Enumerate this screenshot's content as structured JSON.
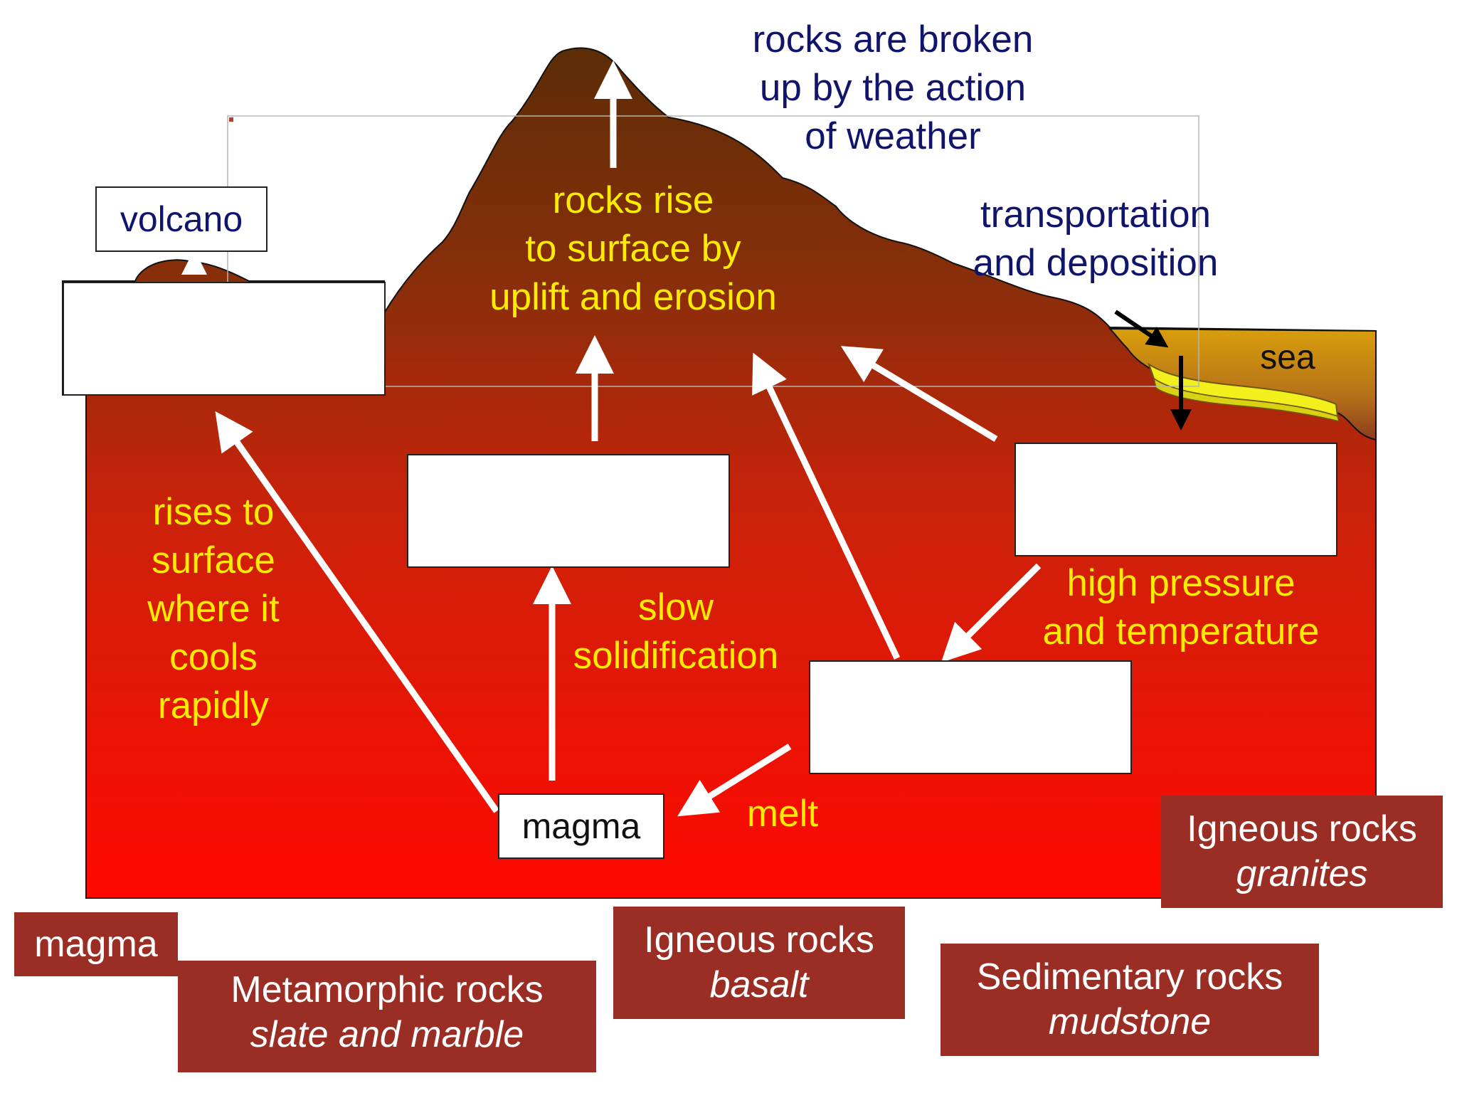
{
  "colors": {
    "land_top": "#5e2e08",
    "land_bottom": "#ff0a00",
    "sea": "#d69a0e",
    "sediment": "#f2ef1c",
    "card": "#9b2e24",
    "navy_text": "#11146b",
    "yellow_text": "#ffec00"
  },
  "diagram": {
    "labels": {
      "weathering": [
        "rocks are broken",
        "up by the action",
        "of weather"
      ],
      "transport": [
        "transportation",
        "and deposition"
      ],
      "uplift": [
        "rocks rise",
        "to surface by",
        "uplift and erosion"
      ],
      "rises": [
        "rises to",
        "surface",
        "where it",
        "cools",
        "rapidly"
      ],
      "slow": [
        "slow",
        "solidification"
      ],
      "pressure": [
        "high pressure",
        "and temperature"
      ],
      "melt": "melt",
      "sea": "sea"
    },
    "boxes": {
      "volcano": "volcano",
      "magma": "magma"
    }
  },
  "cards": [
    {
      "title": "magma",
      "subtitle": ""
    },
    {
      "title": "Metamorphic rocks",
      "subtitle": "slate and marble"
    },
    {
      "title": "Igneous rocks",
      "subtitle": "basalt"
    },
    {
      "title": "Sedimentary rocks",
      "subtitle": "mudstone"
    },
    {
      "title": "Igneous rocks",
      "subtitle": "granites"
    }
  ]
}
